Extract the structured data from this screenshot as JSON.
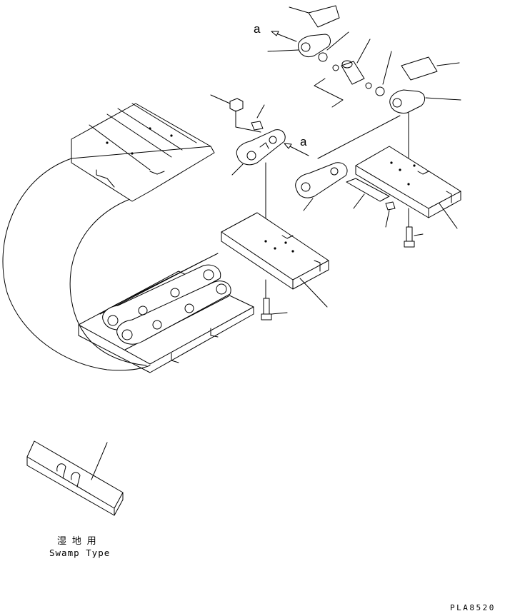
{
  "callout_letter": "a",
  "swamp_caption_jp": "湿 地 用",
  "swamp_caption_en": "Swamp Type",
  "figure_code": "PLA8520"
}
